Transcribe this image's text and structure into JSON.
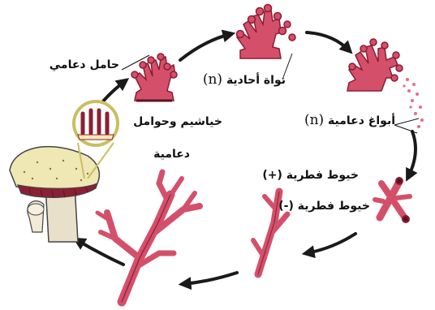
{
  "labels": {
    "basidium_bearer": "حامل دعامي",
    "haploid_nucleus": "نواة أحادية",
    "haploid_n_1": "(n)",
    "basidiospores": "أبواغ دعامية",
    "haploid_n_2": "(n)",
    "gills_basidia_line1": "خياشيم وحوامل",
    "gills_basidia_line2": "دعامية",
    "hyphae_plus": "خيوط فطرية (+)",
    "hyphae_minus": "خيوط فطرية (-)"
  },
  "colors": {
    "organism_fill": "#d4506a",
    "organism_dark": "#8c1c33",
    "organism_light": "#f28a9c",
    "arrow": "#1a1a1a",
    "mushroom_cap_top": "#efe7b4",
    "mushroom_gills": "#8b2035",
    "mushroom_stalk": "#e8e0c8",
    "callout_ring": "#c8c060"
  },
  "icons": [
    "basidium-cluster-icon",
    "haploid-nucleus-cluster-icon",
    "spore-releasing-basidium-icon",
    "fusing-hyphae-icon",
    "hyphae-branch-icon",
    "mycelium-branch-icon",
    "mushroom-icon",
    "gill-magnifier-icon"
  ]
}
